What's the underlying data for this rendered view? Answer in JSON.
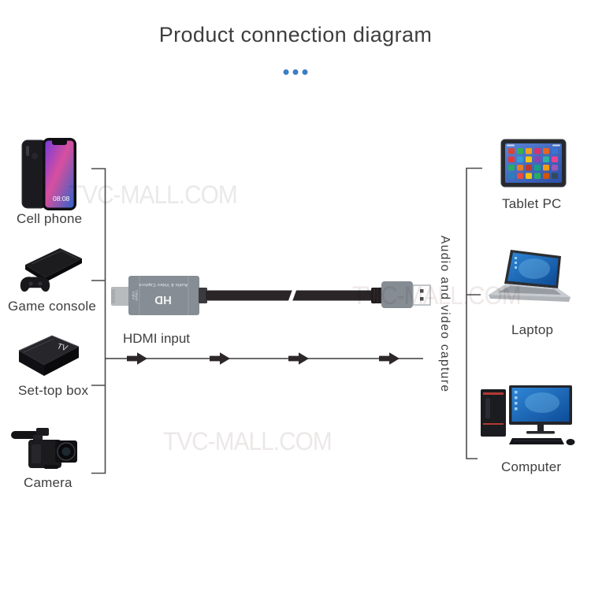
{
  "title": "Product connection diagram",
  "watermarks": [
    "TVC-MALL.COM",
    "TVC-MALL.COM",
    "TVC-MALL.COM"
  ],
  "left_devices": [
    {
      "label": "Cell phone"
    },
    {
      "label": "Game console"
    },
    {
      "label": "Set-top box"
    },
    {
      "label": "Camera"
    }
  ],
  "right_devices": [
    {
      "label": "Tablet PC"
    },
    {
      "label": "Laptop"
    },
    {
      "label": "Computer"
    }
  ],
  "flow": {
    "hdmi_input_label": "HDMI input",
    "capture_label": "Audio and video capture"
  },
  "product": {
    "hd_logo": "HD",
    "body_text": "Audio & Video Capture",
    "input_port_label": "Input",
    "output_port_label": "Output"
  },
  "device_details": {
    "phone_clock": "08:08",
    "settop_text": "TV"
  },
  "colors": {
    "accent_dots": "#3e7dc5",
    "text_primary": "#3e3e40",
    "connector_line": "#4b4b4b",
    "arrow_fill": "#2d2729",
    "watermark_gray": "#e9e9e9",
    "device_body_gray": "#868d94",
    "cable_black": "#2a2527"
  }
}
